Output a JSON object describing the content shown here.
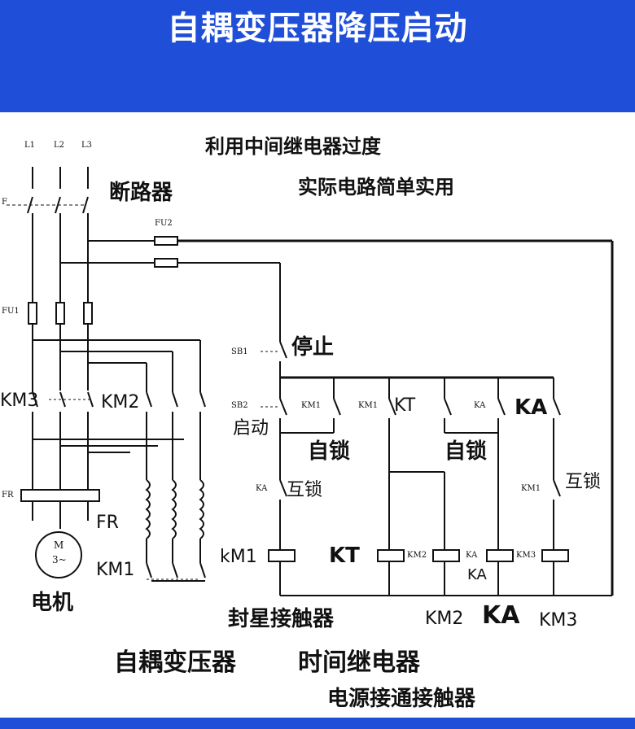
{
  "title": "自耦变压器降压启动",
  "labels": {
    "l1": "L1",
    "l2": "L2",
    "l3": "L3",
    "qf": "F",
    "breaker": "断路器",
    "note_line1": "利用中间继电器过度",
    "note_line2": "实际电路简单实用",
    "fu2": "FU2",
    "fu1": "FU1",
    "sb1": "SB1",
    "stop": "停止",
    "sb2": "SB2",
    "start": "启动",
    "km3_main": "KM3",
    "km2_main": "KM2",
    "km1_contact_a": "KM1",
    "km1_contact_b": "KM1",
    "kt_contact": "KT",
    "ka_contact_a": "KA",
    "ka_contact_b": "KA",
    "self_lock_1": "自锁",
    "self_lock_2": "自锁",
    "ka_interlock": "KA",
    "interlock_1": "互锁",
    "km1_interlock": "KM1",
    "interlock_2": "互锁",
    "fr_small": "FR",
    "fr_big": "FR",
    "motor": "M",
    "motor_phase": "3~",
    "km1_aux": "KM1",
    "motor_label": "电机",
    "coil_km1": "kM1",
    "coil_kt": "KT",
    "km2_small": "KM2",
    "ka_small": "KA",
    "ka_below": "KA",
    "km3_small": "KM3",
    "star_contactor": "封星接触器",
    "km2_bottom": "KM2",
    "ka_bottom": "KA",
    "km3_bottom": "KM3",
    "autotransformer": "自耦变压器",
    "time_relay": "时间继电器",
    "power_contactor": "电源接通接触器"
  },
  "colors": {
    "banner": "#1f4fd8",
    "line": "#111111"
  }
}
